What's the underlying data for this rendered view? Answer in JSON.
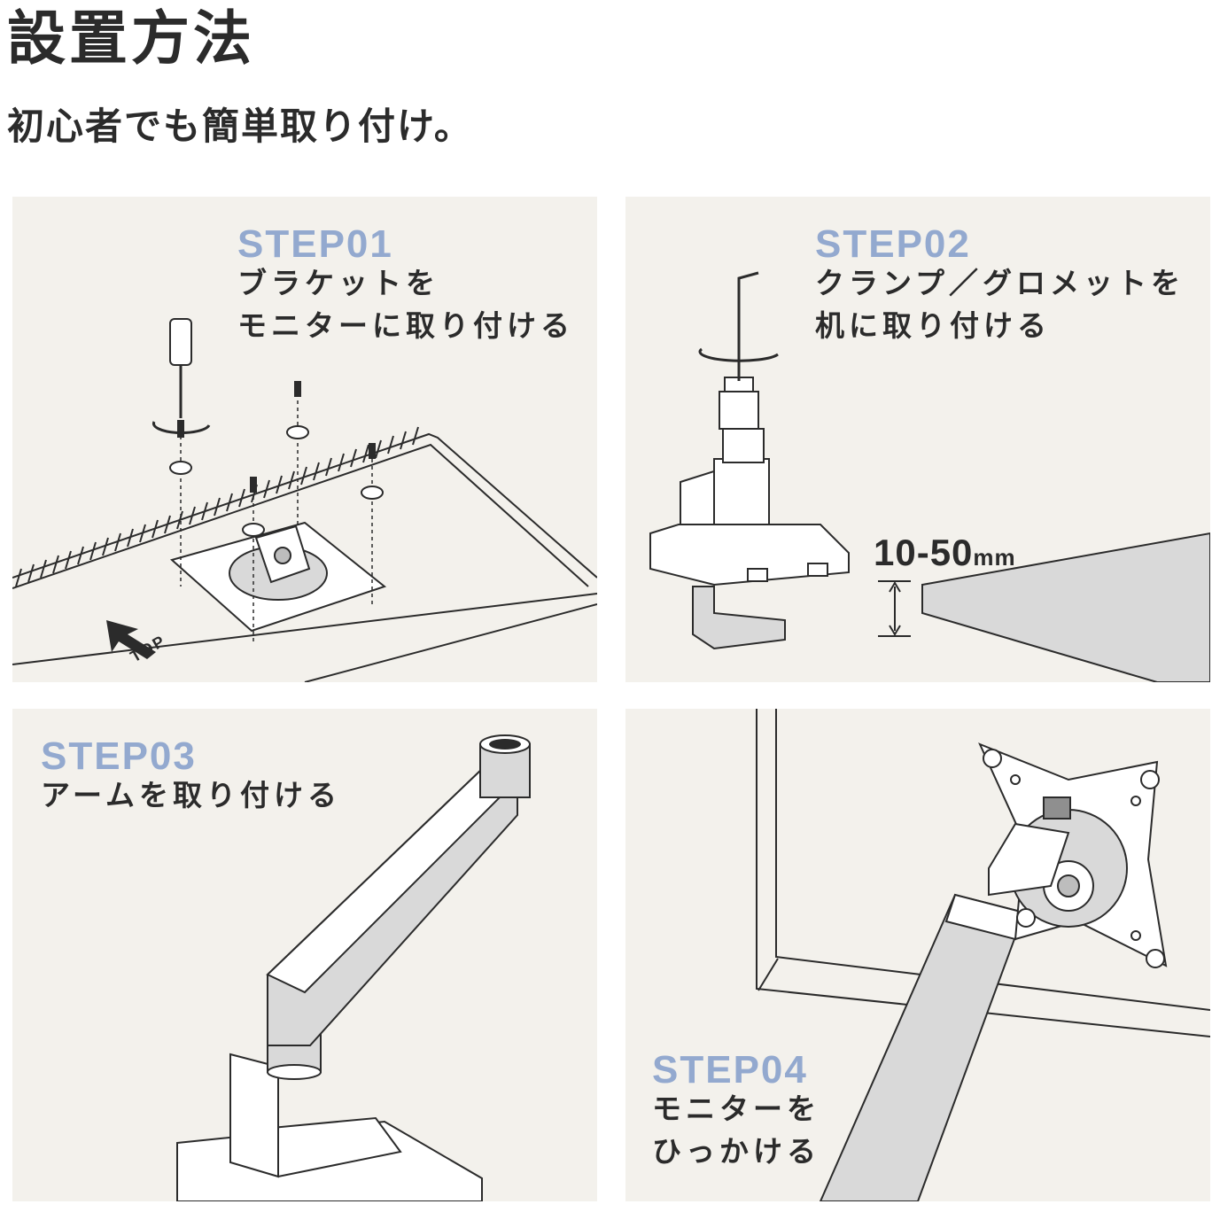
{
  "header": {
    "title": "設置方法",
    "subtitle": "初心者でも簡単取り付け。"
  },
  "steps": [
    {
      "label": "STEP01",
      "lines": [
        "ブラケットを",
        "モニターに取り付ける"
      ],
      "marker": "TOP"
    },
    {
      "label": "STEP02",
      "lines": [
        "クランプ／グロメットを",
        "机に取り付ける"
      ],
      "thickness": "10-50",
      "unit": "mm"
    },
    {
      "label": "STEP03",
      "lines": [
        "アームを取り付ける"
      ]
    },
    {
      "label": "STEP04",
      "lines": [
        "モニターを",
        "ひっかける"
      ]
    }
  ],
  "colors": {
    "step_label": "#93a9cf",
    "panel_bg": "#f3f1ec",
    "line": "#2b2b2b"
  }
}
